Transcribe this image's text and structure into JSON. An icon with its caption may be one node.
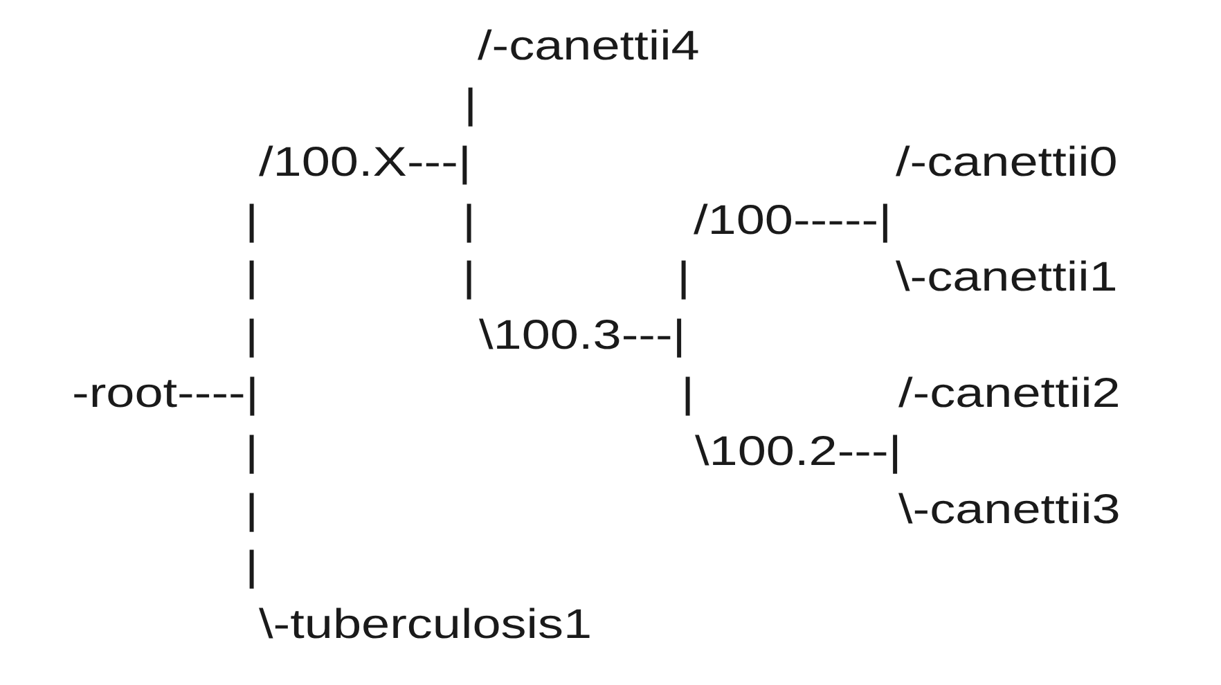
{
  "diagram": {
    "labels": [
      "/-canettii4",
      "|",
      "/100.X---|",
      "/-canettii0",
      "|",
      "|",
      "/100-----|",
      "|",
      "|",
      "|",
      "\\-canettii1",
      "|",
      "\\100.3---|",
      "-root----|",
      "|",
      "/-canettii2",
      "|",
      "\\100.2---|",
      "|",
      "\\-canettii3",
      "|",
      "\\-tuberculosis1"
    ]
  }
}
